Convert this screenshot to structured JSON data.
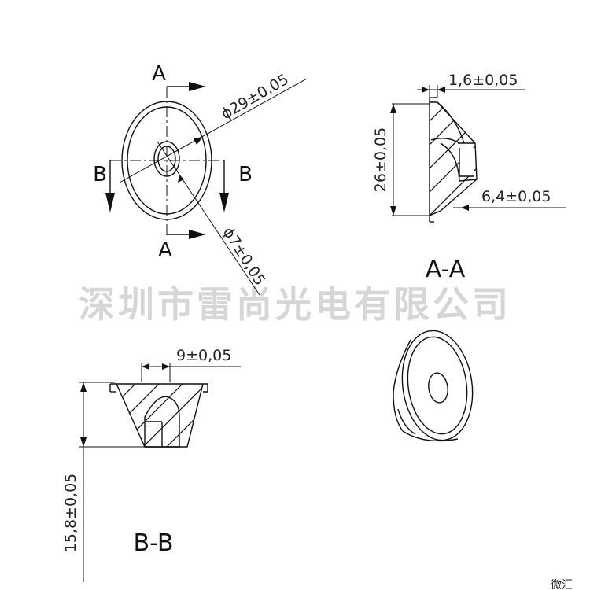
{
  "watermark": "深圳市雷尚光电有限公司",
  "corner_text": "微汇",
  "top_view": {
    "section_a_top": "A",
    "section_a_bottom": "A",
    "section_b_left": "B",
    "section_b_right": "B",
    "outer_diameter": "ϕ29±0,05",
    "inner_diameter": "ϕ7±0,05"
  },
  "section_aa": {
    "title": "A-A",
    "height": "26±0,05",
    "top_width": "1,6±0,05",
    "bottom_width": "6,4±0,05"
  },
  "section_bb": {
    "title": "B-B",
    "hole_width": "9±0,05",
    "height": "15,8±0,05"
  }
}
